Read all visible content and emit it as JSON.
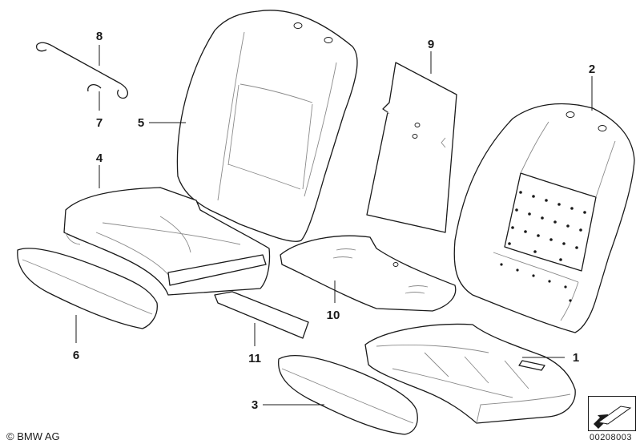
{
  "callouts": [
    {
      "id": "p1",
      "label": "1"
    },
    {
      "id": "p2",
      "label": "2"
    },
    {
      "id": "p3",
      "label": "3"
    },
    {
      "id": "p4",
      "label": "4"
    },
    {
      "id": "p5",
      "label": "5"
    },
    {
      "id": "p6",
      "label": "6"
    },
    {
      "id": "p7",
      "label": "7"
    },
    {
      "id": "p8",
      "label": "8"
    },
    {
      "id": "p9",
      "label": "9"
    },
    {
      "id": "p10",
      "label": "10"
    },
    {
      "id": "p11",
      "label": "11"
    }
  ],
  "copyright": "© BMW AG",
  "document_id": "00208003",
  "icons": {
    "navigation": "arrow-down-left-icon"
  }
}
